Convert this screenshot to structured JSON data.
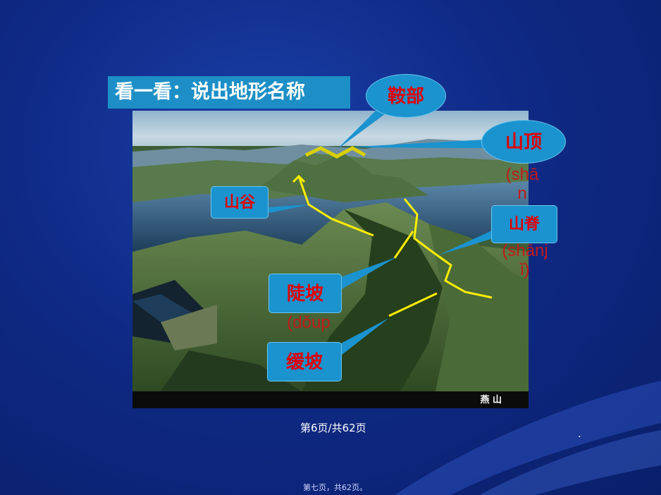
{
  "slide": {
    "title": "看一看：说出地形名称",
    "photo_caption": "燕 山",
    "labels": {
      "saddle": "鞍部",
      "peak": "山顶",
      "peak_pinyin": "(shā\nn",
      "valley": "山谷",
      "ridge": "山脊",
      "ridge_pinyin": "(shānj\nǐ)",
      "steep": "陡坡",
      "steep_pinyin": "(dǒup",
      "gentle": "缓坡"
    },
    "page_number": "第6页/共62页",
    "footer": "第七页，共62页。",
    "dot": "."
  },
  "colors": {
    "background": "#0f2a86",
    "label_fill": "#1a93cf",
    "label_text": "#e00000",
    "line_yellow": "#ffee00"
  }
}
